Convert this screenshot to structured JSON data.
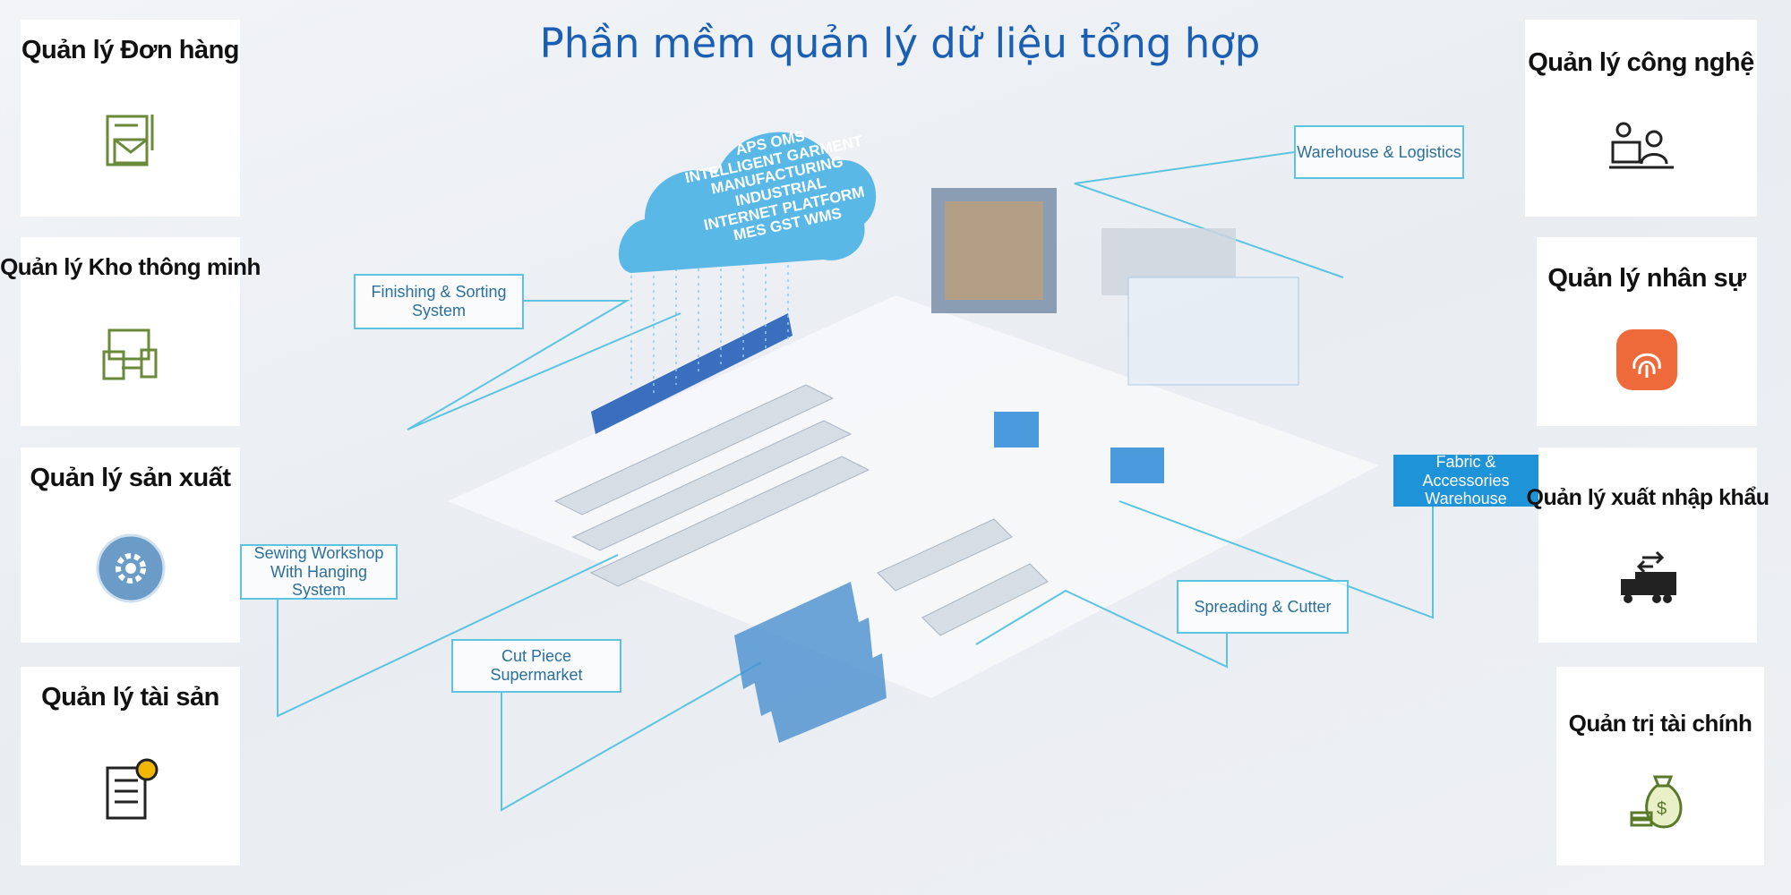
{
  "title": "Phần mềm quản lý dữ liệu tổng hợp",
  "left_cards": [
    {
      "label": "Quản lý Đơn hàng",
      "icon": "order-document-icon"
    },
    {
      "label": "Quản lý Kho thông minh",
      "icon": "devices-icon"
    },
    {
      "label": "Quản lý sản xuất",
      "icon": "gear-icon"
    },
    {
      "label": "Quản lý tài sản",
      "icon": "checklist-gear-icon"
    }
  ],
  "right_cards": [
    {
      "label": "Quản lý công nghệ",
      "icon": "engineer-computer-icon"
    },
    {
      "label": "Quản lý nhân sự",
      "icon": "fingerprint-icon"
    },
    {
      "label": "Quản lý xuất nhập khẩu",
      "icon": "truck-icon"
    },
    {
      "label": "Quản trị tài chính",
      "icon": "money-bag-icon"
    }
  ],
  "cloud": {
    "top": "APS   OMS",
    "line1": "INTELLIGENT GARMENT",
    "line2": "MANUFACTURING INDUSTRIAL",
    "line3": "INTERNET PLATFORM",
    "bottom": "MES   GST   WMS"
  },
  "scene_labels": {
    "finishing": "Finishing & Sorting System",
    "warehouse": "Warehouse & Logistics",
    "fabric": "Fabric & Accessories Warehouse",
    "sewing": "Sewing Workshop With Hanging System",
    "cutpiece": "Cut Piece Supermarket",
    "spreading": "Spreading & Cutter"
  }
}
